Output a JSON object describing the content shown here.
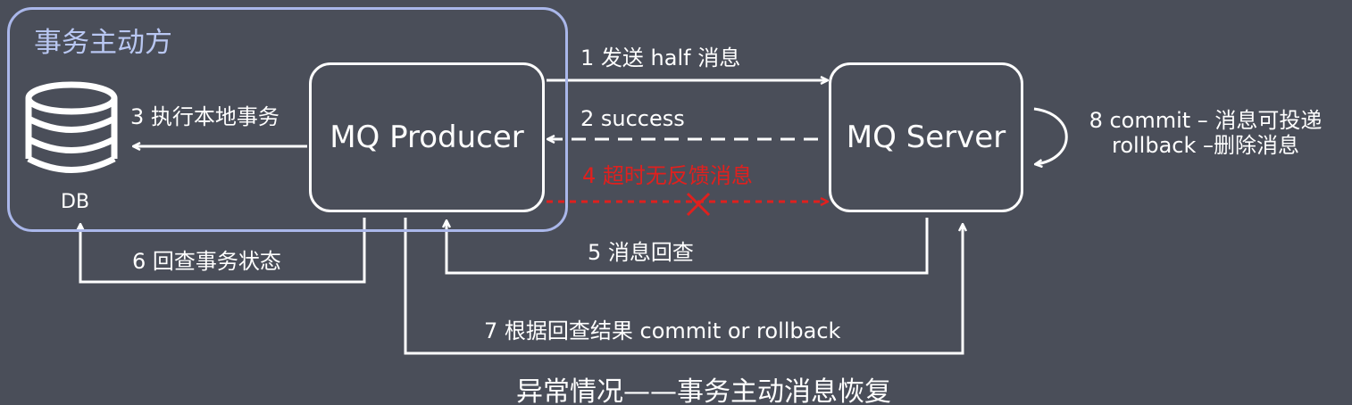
{
  "group": {
    "title": "事务主动方"
  },
  "db": {
    "label": "DB"
  },
  "producer": {
    "label": "MQ Producer"
  },
  "server": {
    "label": "MQ Server"
  },
  "steps": {
    "s1": "1 发送 half 消息",
    "s2": "2 success",
    "s3": "3 执行本地事务",
    "s4": "4 超时无反馈消息",
    "s5": "5 消息回查",
    "s6": "6 回查事务状态",
    "s7": "7 根据回查结果 commit or rollback",
    "s8_line1": "8 commit – 消息可投递",
    "s8_line2": "rollback –删除消息"
  },
  "caption": "异常情况——事务主动消息恢复",
  "colors": {
    "background": "#4a4e59",
    "group_border": "#aab7ea",
    "line": "#ffffff",
    "timeout": "#e0201e"
  }
}
